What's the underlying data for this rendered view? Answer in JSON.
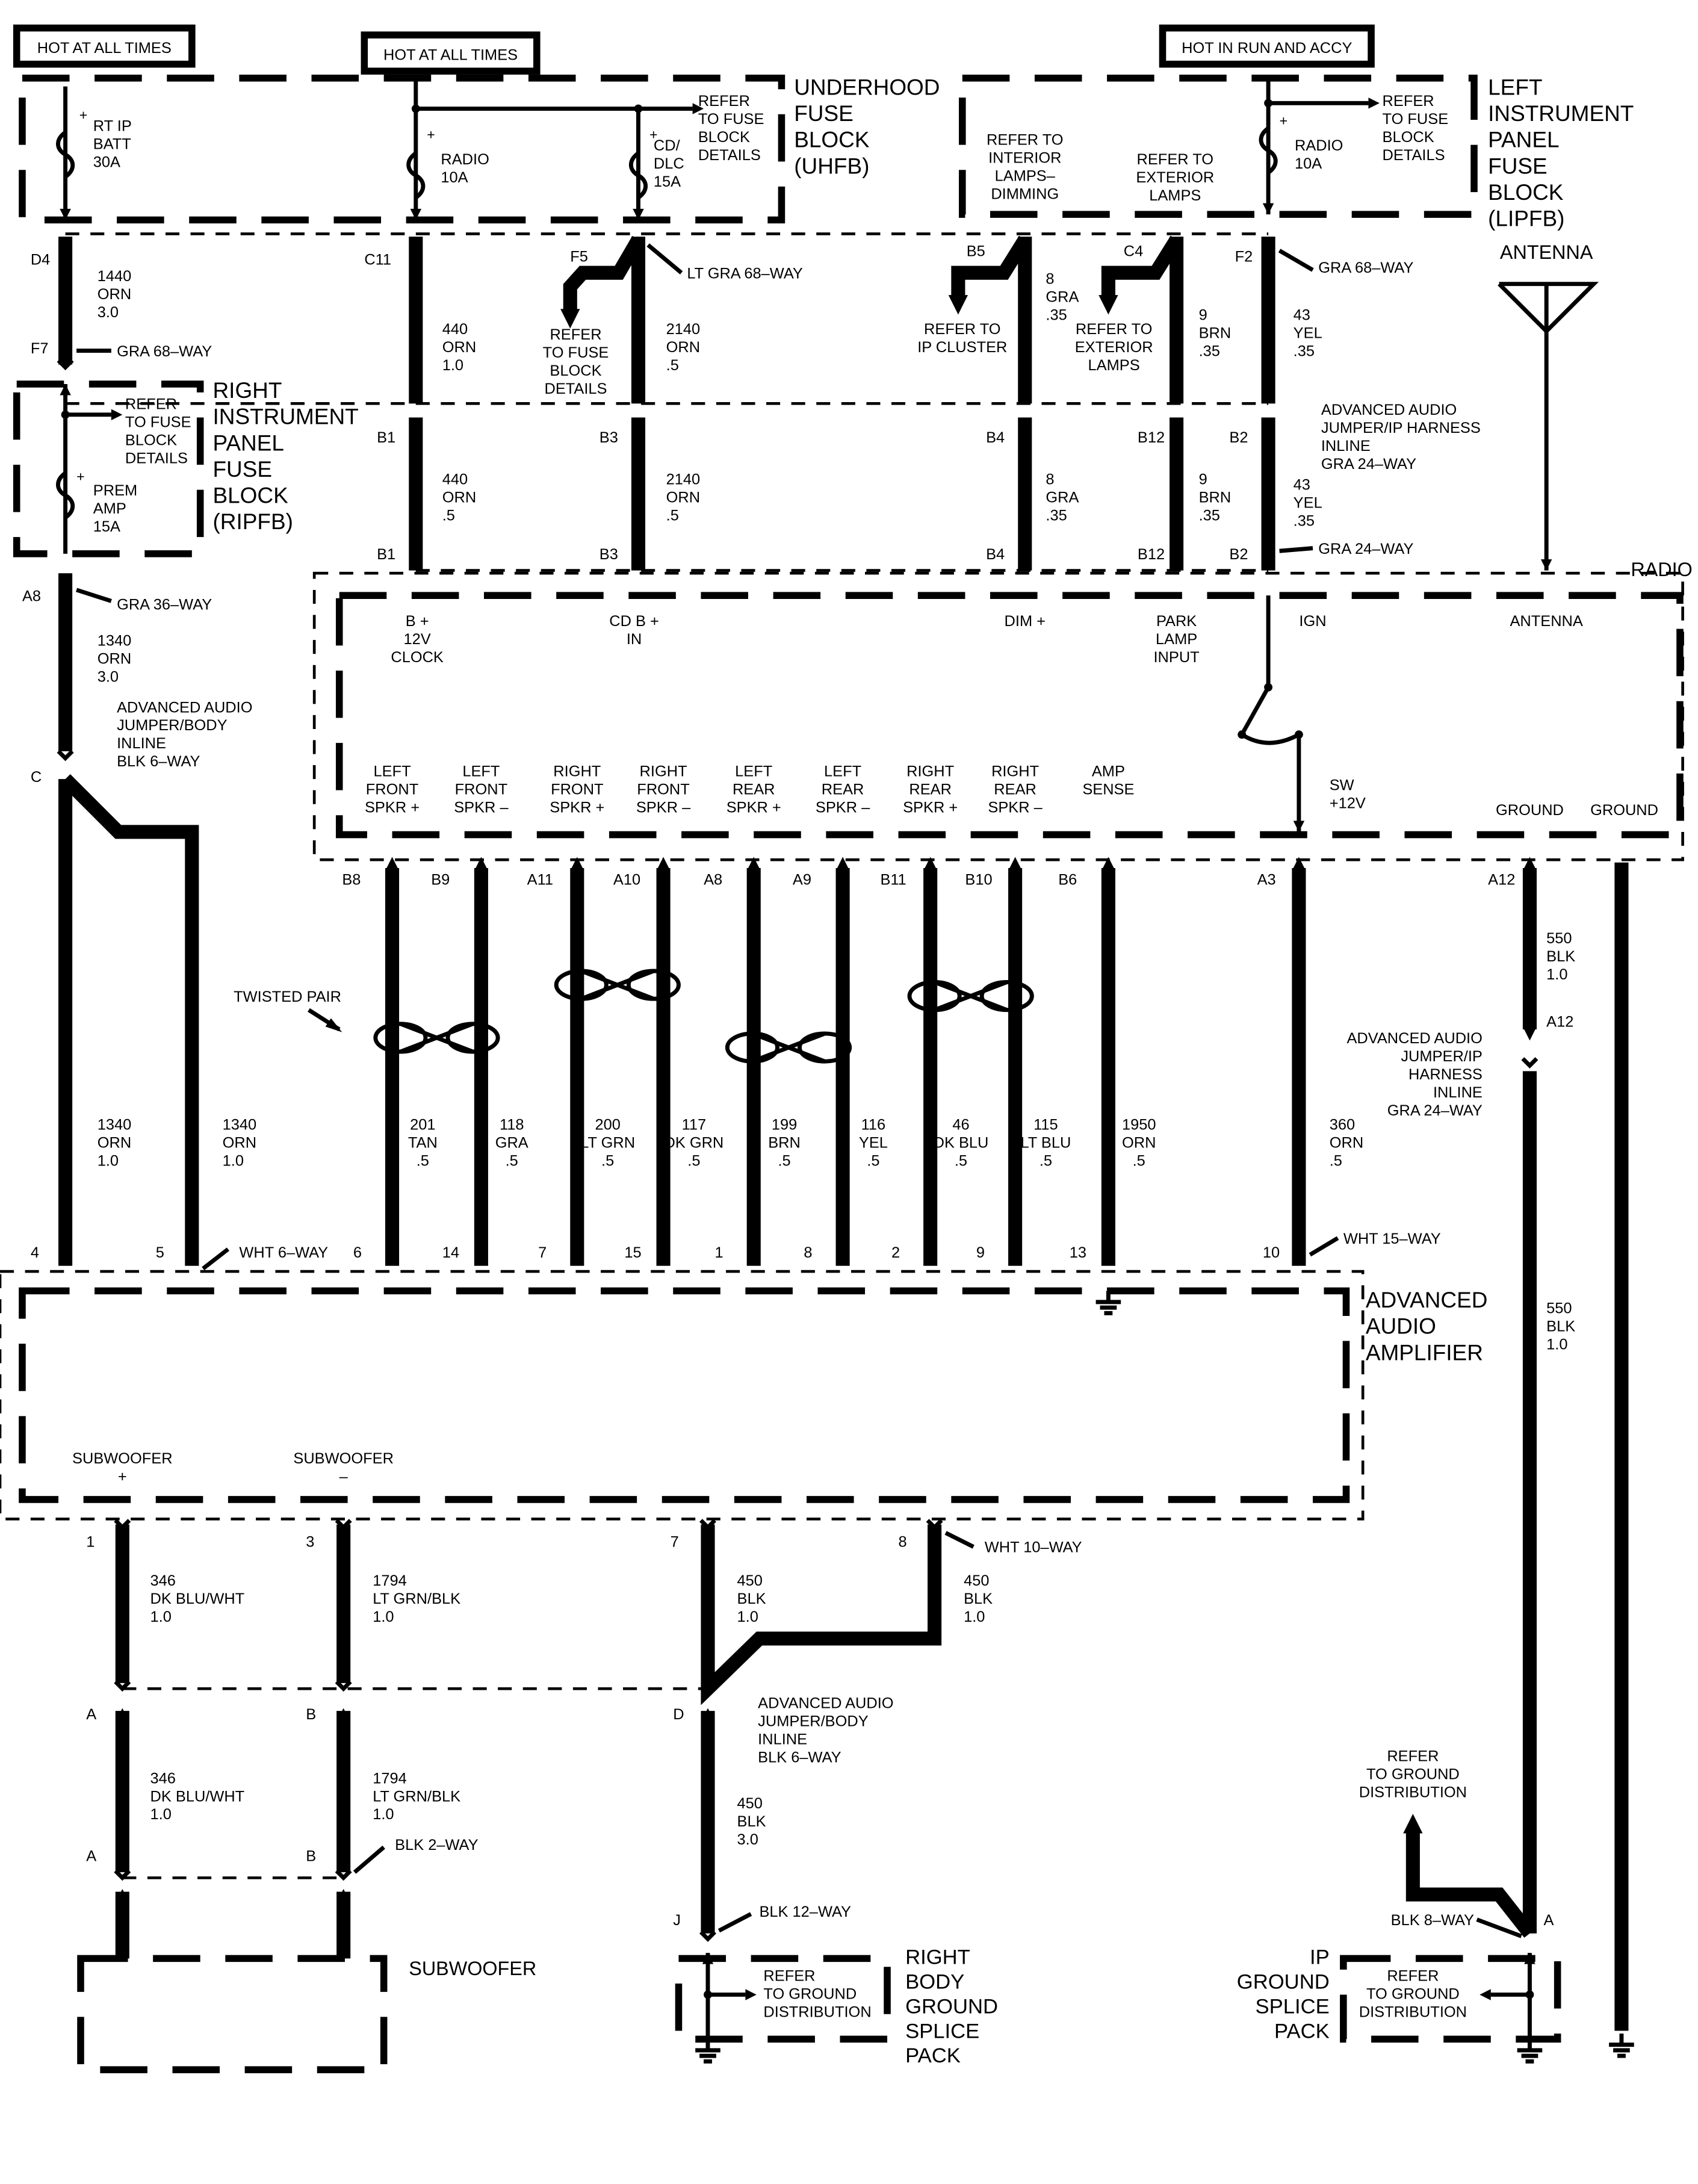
{
  "headers": {
    "hot_at_all_times_1": "HOT AT ALL TIMES",
    "hot_at_all_times_2": "HOT AT ALL TIMES",
    "hot_in_run_and_accy": "HOT IN RUN AND ACCY"
  },
  "fuse_blocks": {
    "uhfb": [
      "UNDERHOOD",
      "FUSE",
      "BLOCK",
      "(UHFB)"
    ],
    "lipfb": [
      "LEFT",
      "INSTRUMENT",
      "PANEL",
      "FUSE",
      "BLOCK",
      "(LIPFB)"
    ],
    "ripfb": [
      "RIGHT",
      "INSTRUMENT",
      "PANEL",
      "FUSE",
      "BLOCK",
      "(RIPFB)"
    ]
  },
  "fuses": {
    "rt_ip_batt": [
      "RT IP",
      "BATT",
      "30A"
    ],
    "radio_uhfb": [
      "RADIO",
      "10A"
    ],
    "cd_dlc": [
      "CD/",
      "DLC",
      "15A"
    ],
    "radio_lipfb": [
      "RADIO",
      "10A"
    ],
    "prem_amp": [
      "PREM",
      "AMP",
      "15A"
    ],
    "plus": "+"
  },
  "refer": {
    "fuse_block_details_uhfb": [
      "REFER",
      "TO FUSE",
      "BLOCK",
      "DETAILS"
    ],
    "fuse_block_details_lipfb": [
      "REFER",
      "TO FUSE",
      "BLOCK",
      "DETAILS"
    ],
    "fuse_block_details_ripfb": [
      "REFER",
      "TO FUSE",
      "BLOCK",
      "DETAILS"
    ],
    "fuse_block_details_f5": [
      "REFER",
      "TO FUSE",
      "BLOCK",
      "DETAILS"
    ],
    "interior_lamps": [
      "REFER TO",
      "INTERIOR",
      "LAMPS–",
      "DIMMING"
    ],
    "exterior_lamps_top": [
      "REFER TO",
      "EXTERIOR",
      "LAMPS"
    ],
    "ip_cluster": [
      "REFER TO",
      "IP CLUSTER"
    ],
    "exterior_lamps_c4": [
      "REFER TO",
      "EXTERIOR",
      "LAMPS"
    ],
    "ground_distribution_ip": [
      "REFER",
      "TO GROUND",
      "DISTRIBUTION"
    ],
    "ground_distribution_right": [
      "REFER",
      "TO GROUND",
      "DISTRIBUTION"
    ],
    "ground_distribution_ip_pack": [
      "REFER",
      "TO GROUND",
      "DISTRIBUTION"
    ]
  },
  "connectors": {
    "lt_gra_68": "LT GRA 68–WAY",
    "gra_68_f2": "GRA 68–WAY",
    "gra_68_f7": "GRA 68–WAY",
    "gra_36": "GRA 36–WAY",
    "adv_audio_jumper_body_c": [
      "ADVANCED AUDIO",
      "JUMPER/BODY",
      "INLINE",
      "BLK 6–WAY"
    ],
    "adv_audio_ip_inline": [
      "ADVANCED AUDIO",
      "JUMPER/IP HARNESS",
      "INLINE",
      "GRA 24–WAY"
    ],
    "gra_24": "GRA 24–WAY",
    "adv_audio_ip_a12": [
      "ADVANCED AUDIO",
      "JUMPER/IP",
      "HARNESS",
      "INLINE",
      "GRA 24–WAY"
    ],
    "wht_6": "WHT 6–WAY",
    "wht_15": "WHT 15–WAY",
    "wht_10": "WHT 10–WAY",
    "adv_audio_jumper_body_d": [
      "ADVANCED AUDIO",
      "JUMPER/BODY",
      "INLINE",
      "BLK 6–WAY"
    ],
    "blk_2": "BLK 2–WAY",
    "blk_12": "BLK 12–WAY",
    "blk_8": "BLK 8–WAY",
    "twisted_pair": "TWISTED PAIR"
  },
  "pins": {
    "d4": "D4",
    "f7": "F7",
    "c11": "C11",
    "f5": "F5",
    "b5": "B5",
    "c4": "C4",
    "f2": "F2",
    "b1_top": "B1",
    "b3_top": "B3",
    "b4_top": "B4",
    "b12_top": "B12",
    "b2_top": "B2",
    "b1_bot": "B1",
    "b3_bot": "B3",
    "b4_bot": "B4",
    "b12_bot": "B12",
    "b2_bot": "B2",
    "a8_left": "A8",
    "c": "C",
    "b8": "B8",
    "b9": "B9",
    "a11": "A11",
    "a10": "A10",
    "a8": "A8",
    "a9": "A9",
    "b11": "B11",
    "b10": "B10",
    "b6": "B6",
    "a3": "A3",
    "a12": "A12",
    "a12_b": "A12",
    "amp_4": "4",
    "amp_5": "5",
    "amp_6": "6",
    "amp_14": "14",
    "amp_7": "7",
    "amp_15": "15",
    "amp_1": "1",
    "amp_8": "8",
    "amp_2": "2",
    "amp_9": "9",
    "amp_13": "13",
    "amp_10": "10",
    "out_1": "1",
    "out_3": "3",
    "out_7": "7",
    "out_8": "8",
    "a_top": "A",
    "b_top": "B",
    "d": "D",
    "a_bot": "A",
    "b_bot": "B",
    "j": "J",
    "a_ip": "A"
  },
  "wires": {
    "w1440": [
      "1440",
      "ORN",
      "3.0"
    ],
    "w440_top": [
      "440",
      "ORN",
      "1.0"
    ],
    "w2140_top": [
      "2140",
      "ORN",
      ".5"
    ],
    "w8_top": [
      "8",
      "GRA",
      ".35"
    ],
    "w9_top": [
      "9",
      "BRN",
      ".35"
    ],
    "w43_top": [
      "43",
      "YEL",
      ".35"
    ],
    "w440_bot": [
      "440",
      "ORN",
      ".5"
    ],
    "w2140_bot": [
      "2140",
      "ORN",
      ".5"
    ],
    "w8_bot": [
      "8",
      "GRA",
      ".35"
    ],
    "w9_bot": [
      "9",
      "BRN",
      ".35"
    ],
    "w43_bot": [
      "43",
      "YEL",
      ".35"
    ],
    "w1340_a": [
      "1340",
      "ORN",
      "3.0"
    ],
    "w1340_b": [
      "1340",
      "ORN",
      "1.0"
    ],
    "w1340_c": [
      "1340",
      "ORN",
      "1.0"
    ],
    "w201": [
      "201",
      "TAN",
      ".5"
    ],
    "w118": [
      "118",
      "GRA",
      ".5"
    ],
    "w200": [
      "200",
      "LT GRN",
      ".5"
    ],
    "w117": [
      "117",
      "DK GRN",
      ".5"
    ],
    "w199": [
      "199",
      "BRN",
      ".5"
    ],
    "w116": [
      "116",
      "YEL",
      ".5"
    ],
    "w46": [
      "46",
      "DK BLU",
      ".5"
    ],
    "w115": [
      "115",
      "LT BLU",
      ".5"
    ],
    "w1950": [
      "1950",
      "ORN",
      ".5"
    ],
    "w360": [
      "360",
      "ORN",
      ".5"
    ],
    "w550_top": [
      "550",
      "BLK",
      "1.0"
    ],
    "w550_bot": [
      "550",
      "BLK",
      "1.0"
    ],
    "w346_top": [
      "346",
      "DK BLU/WHT",
      "1.0"
    ],
    "w1794_top": [
      "1794",
      "LT GRN/BLK",
      "1.0"
    ],
    "w450_a": [
      "450",
      "BLK",
      "1.0"
    ],
    "w450_b": [
      "450",
      "BLK",
      "1.0"
    ],
    "w346_bot": [
      "346",
      "DK BLU/WHT",
      "1.0"
    ],
    "w1794_bot": [
      "1794",
      "LT GRN/BLK",
      "1.0"
    ],
    "w450_c": [
      "450",
      "BLK",
      "3.0"
    ]
  },
  "radio": {
    "title": "RADIO",
    "antenna": "ANTENNA",
    "antenna_pin": "ANTENNA",
    "b_plus": [
      "B +",
      "12V",
      "CLOCK"
    ],
    "cd_b_plus": [
      "CD B +",
      "IN"
    ],
    "dim_plus": "DIM +",
    "park_lamp": [
      "PARK",
      "LAMP",
      "INPUT"
    ],
    "ign": "IGN",
    "sw_12v": [
      "SW",
      "+12V"
    ],
    "ground_1": "GROUND",
    "ground_2": "GROUND",
    "speakers": [
      [
        "LEFT",
        "FRONT",
        "SPKR +"
      ],
      [
        "LEFT",
        "FRONT",
        "SPKR –"
      ],
      [
        "RIGHT",
        "FRONT",
        "SPKR +"
      ],
      [
        "RIGHT",
        "FRONT",
        "SPKR  –"
      ],
      [
        "LEFT",
        "REAR",
        "SPKR +"
      ],
      [
        "LEFT",
        "REAR",
        "SPKR –"
      ],
      [
        "RIGHT",
        "REAR",
        "SPKR +"
      ],
      [
        "RIGHT",
        "REAR",
        "SPKR –"
      ],
      [
        "AMP",
        "SENSE"
      ]
    ]
  },
  "amplifier": {
    "title": [
      "ADVANCED",
      "AUDIO",
      "AMPLIFIER"
    ],
    "sub_plus": [
      "SUBWOOFER",
      "+"
    ],
    "sub_minus": [
      "SUBWOOFER",
      "–"
    ]
  },
  "subwoofer": {
    "title": "SUBWOOFER"
  },
  "right_body_ground": {
    "title": [
      "RIGHT",
      "BODY",
      "GROUND",
      "SPLICE",
      "PACK"
    ]
  },
  "ip_ground": {
    "title": [
      "IP",
      "GROUND",
      "SPLICE",
      "PACK"
    ]
  }
}
